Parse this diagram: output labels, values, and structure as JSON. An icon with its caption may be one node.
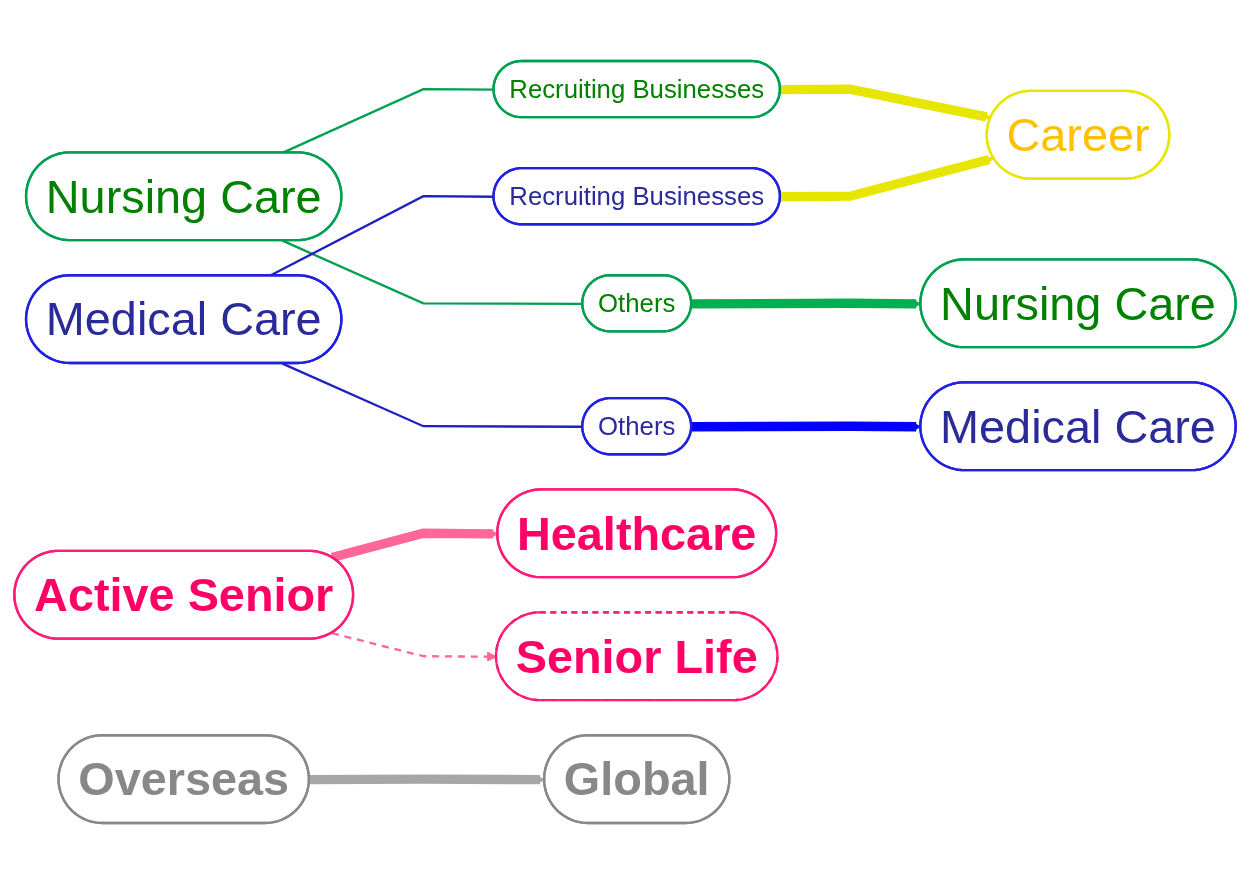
{
  "diagram": {
    "nodes": [
      {
        "text": [
          "Nursing Care"
        ]
      },
      {
        "text": [
          "Recruiting Businesses"
        ]
      },
      {
        "text": [
          "Others"
        ]
      },
      {
        "text": [
          "Medical Care"
        ]
      },
      {
        "text": [
          "Recruiting Businesses"
        ]
      },
      {
        "text": [
          "Others"
        ]
      },
      {
        "text": [
          "Active Senior"
        ]
      },
      {
        "text": [
          "Overseas"
        ]
      },
      {
        "text": [
          "Nursing Care"
        ]
      },
      {
        "text": [
          "Medical Care"
        ]
      },
      {
        "text": [
          "Career"
        ]
      },
      {
        "text": [
          "Healthcare"
        ]
      },
      {
        "text": [
          "Senior Life"
        ]
      },
      {
        "text": [
          "Global"
        ]
      }
    ],
    "edges": [
      {
        "from": 0,
        "to": 1,
        "arrow": "none",
        "color": "#00a050"
      },
      {
        "from": 0,
        "to": 2,
        "arrow": "none",
        "color": "#00a050"
      },
      {
        "from": 3,
        "to": 4,
        "arrow": "none",
        "color": "#2020c0"
      },
      {
        "from": 3,
        "to": 5,
        "arrow": "none",
        "color": "#2020c0"
      },
      {
        "from": 1,
        "to": 10,
        "arrow": "to",
        "color": "#e6e600"
      },
      {
        "from": 2,
        "to": 8,
        "arrow": "to",
        "color": "#00b050"
      },
      {
        "from": 4,
        "to": 10,
        "arrow": "to",
        "color": "#e6e600"
      },
      {
        "from": 5,
        "to": 9,
        "arrow": "to",
        "color": "#0000ff"
      },
      {
        "from": 6,
        "to": 11,
        "arrow": "to",
        "color": "#ff6699"
      },
      {
        "from": 6,
        "to": 12,
        "arrow": "to",
        "style": "dashed",
        "color": "#ff6699"
      },
      {
        "from": 7,
        "to": 13,
        "arrow": "to",
        "color": "#a6a6a6"
      }
    ]
  }
}
